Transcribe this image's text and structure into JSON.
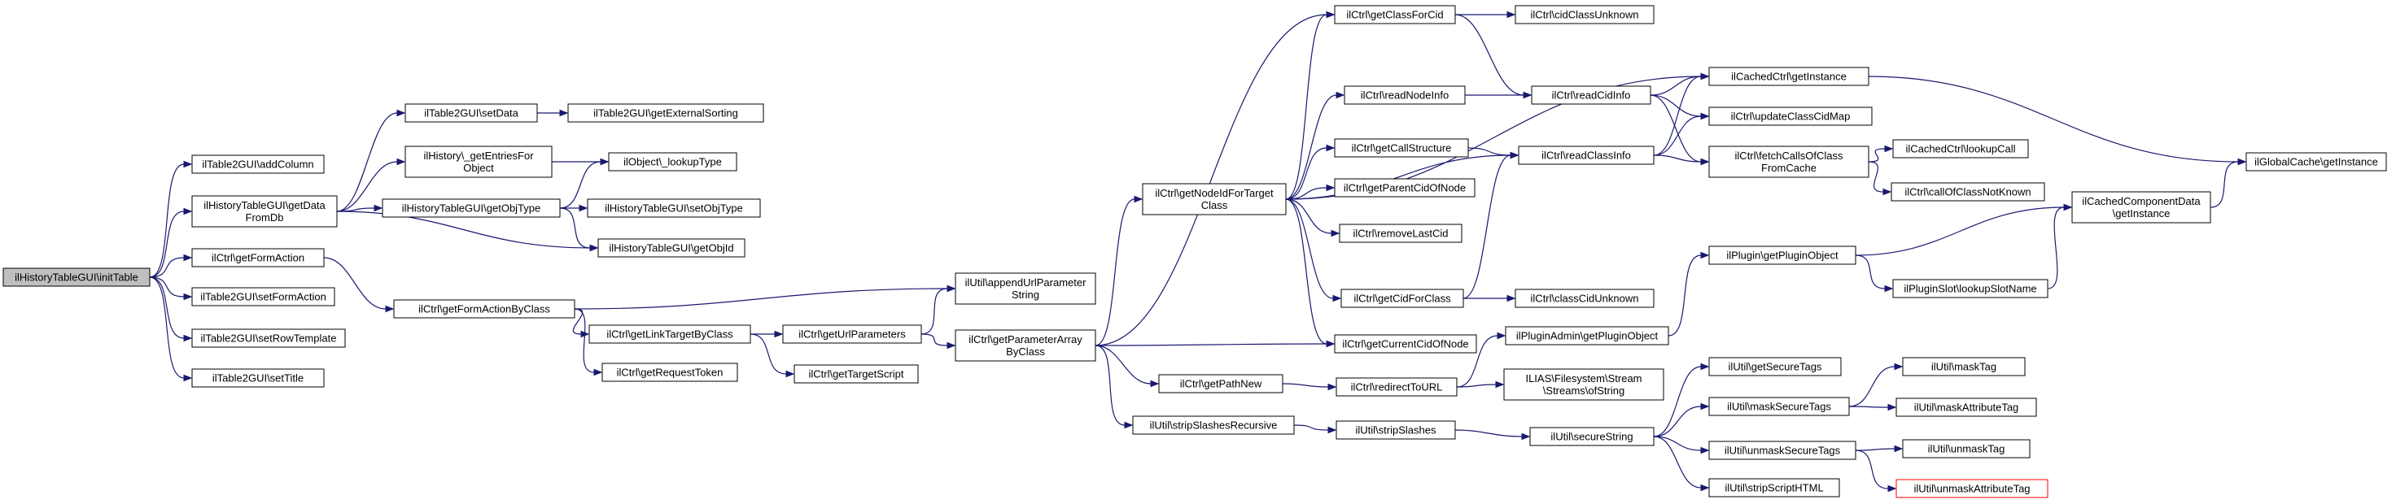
{
  "nodes": {
    "initTable": [
      "ilHistoryTableGUI\\initTable"
    ],
    "addColumn": [
      "ilTable2GUI\\addColumn"
    ],
    "getDataFromDb": [
      "ilHistoryTableGUI\\getData",
      "FromDb"
    ],
    "getFormAction": [
      "ilCtrl\\getFormAction"
    ],
    "setFormAction": [
      "ilTable2GUI\\setFormAction"
    ],
    "setRowTemplate": [
      "ilTable2GUI\\setRowTemplate"
    ],
    "setTitle": [
      "ilTable2GUI\\setTitle"
    ],
    "setData": [
      "ilTable2GUI\\setData"
    ],
    "getExternalSorting": [
      "ilTable2GUI\\getExternalSorting"
    ],
    "getEntriesForObject": [
      "ilHistory\\_getEntriesFor",
      "Object"
    ],
    "lookupType": [
      "ilObject\\_lookupType"
    ],
    "getObjType": [
      "ilHistoryTableGUI\\getObjType"
    ],
    "setObjType": [
      "ilHistoryTableGUI\\setObjType"
    ],
    "getObjId": [
      "ilHistoryTableGUI\\getObjId"
    ],
    "getFormActionByClass": [
      "ilCtrl\\getFormActionByClass"
    ],
    "getLinkTargetByClass": [
      "ilCtrl\\getLinkTargetByClass"
    ],
    "getRequestToken": [
      "ilCtrl\\getRequestToken"
    ],
    "getUrlParameters": [
      "ilCtrl\\getUrlParameters"
    ],
    "getTargetScript": [
      "ilCtrl\\getTargetScript"
    ],
    "appendUrlParameterString": [
      "ilUtil\\appendUrlParameter",
      "String"
    ],
    "getParameterArrayByClass": [
      "ilCtrl\\getParameterArray",
      "ByClass"
    ],
    "getNodeIdForTargetClass": [
      "ilCtrl\\getNodeIdForTarget",
      "Class"
    ],
    "getPathNew": [
      "ilCtrl\\getPathNew"
    ],
    "stripSlashesRecursive": [
      "ilUtil\\stripSlashesRecursive"
    ],
    "getClassForCid": [
      "ilCtrl\\getClassForCid"
    ],
    "cidClassUnknown": [
      "ilCtrl\\cidClassUnknown"
    ],
    "readNodeInfo": [
      "ilCtrl\\readNodeInfo"
    ],
    "getCallStructure": [
      "ilCtrl\\getCallStructure"
    ],
    "getParentCidOfNode": [
      "ilCtrl\\getParentCidOfNode"
    ],
    "removeLastCid": [
      "ilCtrl\\removeLastCid"
    ],
    "getCidForClass": [
      "ilCtrl\\getCidForClass"
    ],
    "getCurrentCidOfNode": [
      "ilCtrl\\getCurrentCidOfNode"
    ],
    "redirectToURL": [
      "ilCtrl\\redirectToURL"
    ],
    "stripSlashes": [
      "ilUtil\\stripSlashes"
    ],
    "readCidInfo": [
      "ilCtrl\\readCidInfo"
    ],
    "readClassInfo": [
      "ilCtrl\\readClassInfo"
    ],
    "classCidUnknown": [
      "ilCtrl\\classCidUnknown"
    ],
    "getPluginObjectAdmin": [
      "ilPluginAdmin\\getPluginObject"
    ],
    "ofString": [
      "ILIAS\\Filesystem\\Stream",
      "\\Streams\\ofString"
    ],
    "secureString": [
      "ilUtil\\secureString"
    ],
    "getInstanceCtrl": [
      "ilCachedCtrl\\getInstance"
    ],
    "updateClassCidMap": [
      "ilCtrl\\updateClassCidMap"
    ],
    "fetchCallsOfClassFromCache": [
      "ilCtrl\\fetchCallsOfClass",
      "FromCache"
    ],
    "getPluginObject": [
      "ilPlugin\\getPluginObject"
    ],
    "getSecureTags": [
      "ilUtil\\getSecureTags"
    ],
    "maskSecureTags": [
      "ilUtil\\maskSecureTags"
    ],
    "unmaskSecureTags": [
      "ilUtil\\unmaskSecureTags"
    ],
    "stripScriptHTML": [
      "ilUtil\\stripScriptHTML"
    ],
    "lookupCall": [
      "ilCachedCtrl\\lookupCall"
    ],
    "callOfClassNotKnown": [
      "ilCtrl\\callOfClassNotKnown"
    ],
    "lookupSlotName": [
      "ilPluginSlot\\lookupSlotName"
    ],
    "maskTag": [
      "ilUtil\\maskTag"
    ],
    "maskAttributeTag": [
      "ilUtil\\maskAttributeTag"
    ],
    "unmaskTag": [
      "ilUtil\\unmaskTag"
    ],
    "unmaskAttributeTag": [
      "ilUtil\\unmaskAttributeTag"
    ],
    "getInstanceComponentData": [
      "ilCachedComponentData",
      "\\getInstance"
    ],
    "getInstanceGlobalCache": [
      "ilGlobalCache\\getInstance"
    ]
  },
  "edges": [
    [
      "initTable",
      "addColumn"
    ],
    [
      "initTable",
      "getDataFromDb"
    ],
    [
      "initTable",
      "getFormAction"
    ],
    [
      "initTable",
      "setFormAction"
    ],
    [
      "initTable",
      "setRowTemplate"
    ],
    [
      "initTable",
      "setTitle"
    ],
    [
      "getDataFromDb",
      "setData"
    ],
    [
      "getDataFromDb",
      "getEntriesForObject"
    ],
    [
      "getDataFromDb",
      "getObjType"
    ],
    [
      "getDataFromDb",
      "getObjId"
    ],
    [
      "setData",
      "getExternalSorting"
    ],
    [
      "getEntriesForObject",
      "lookupType"
    ],
    [
      "getObjType",
      "lookupType"
    ],
    [
      "getObjType",
      "setObjType"
    ],
    [
      "getObjType",
      "getObjId"
    ],
    [
      "getFormAction",
      "getFormActionByClass"
    ],
    [
      "getFormActionByClass",
      "appendUrlParameterString"
    ],
    [
      "getFormActionByClass",
      "getLinkTargetByClass"
    ],
    [
      "getFormActionByClass",
      "getRequestToken"
    ],
    [
      "getLinkTargetByClass",
      "getUrlParameters"
    ],
    [
      "getLinkTargetByClass",
      "getTargetScript"
    ],
    [
      "getUrlParameters",
      "appendUrlParameterString"
    ],
    [
      "getUrlParameters",
      "getParameterArrayByClass"
    ],
    [
      "getParameterArrayByClass",
      "getNodeIdForTargetClass"
    ],
    [
      "getParameterArrayByClass",
      "getClassForCid"
    ],
    [
      "getParameterArrayByClass",
      "getCurrentCidOfNode"
    ],
    [
      "getParameterArrayByClass",
      "getPathNew"
    ],
    [
      "getParameterArrayByClass",
      "stripSlashesRecursive"
    ],
    [
      "getNodeIdForTargetClass",
      "getClassForCid"
    ],
    [
      "getNodeIdForTargetClass",
      "getInstanceCtrl"
    ],
    [
      "getNodeIdForTargetClass",
      "readNodeInfo"
    ],
    [
      "getNodeIdForTargetClass",
      "getCallStructure"
    ],
    [
      "getNodeIdForTargetClass",
      "readClassInfo"
    ],
    [
      "getNodeIdForTargetClass",
      "getParentCidOfNode"
    ],
    [
      "getNodeIdForTargetClass",
      "removeLastCid"
    ],
    [
      "getNodeIdForTargetClass",
      "getCidForClass"
    ],
    [
      "getNodeIdForTargetClass",
      "getCurrentCidOfNode"
    ],
    [
      "getClassForCid",
      "cidClassUnknown"
    ],
    [
      "getClassForCid",
      "readCidInfo"
    ],
    [
      "readNodeInfo",
      "readCidInfo"
    ],
    [
      "getCallStructure",
      "readClassInfo"
    ],
    [
      "getCidForClass",
      "readClassInfo"
    ],
    [
      "getCidForClass",
      "classCidUnknown"
    ],
    [
      "readCidInfo",
      "getInstanceCtrl"
    ],
    [
      "readCidInfo",
      "updateClassCidMap"
    ],
    [
      "readCidInfo",
      "fetchCallsOfClassFromCache"
    ],
    [
      "readClassInfo",
      "getInstanceCtrl"
    ],
    [
      "readClassInfo",
      "updateClassCidMap"
    ],
    [
      "readClassInfo",
      "fetchCallsOfClassFromCache"
    ],
    [
      "fetchCallsOfClassFromCache",
      "lookupCall"
    ],
    [
      "fetchCallsOfClassFromCache",
      "callOfClassNotKnown"
    ],
    [
      "getInstanceCtrl",
      "getInstanceGlobalCache"
    ],
    [
      "getPathNew",
      "redirectToURL"
    ],
    [
      "redirectToURL",
      "getPluginObjectAdmin"
    ],
    [
      "redirectToURL",
      "ofString"
    ],
    [
      "getPluginObjectAdmin",
      "getPluginObject"
    ],
    [
      "getPluginObject",
      "lookupSlotName"
    ],
    [
      "getPluginObject",
      "getInstanceComponentData"
    ],
    [
      "lookupSlotName",
      "getInstanceComponentData"
    ],
    [
      "getInstanceComponentData",
      "getInstanceGlobalCache"
    ],
    [
      "stripSlashesRecursive",
      "stripSlashes"
    ],
    [
      "stripSlashes",
      "secureString"
    ],
    [
      "secureString",
      "getSecureTags"
    ],
    [
      "secureString",
      "maskSecureTags"
    ],
    [
      "secureString",
      "unmaskSecureTags"
    ],
    [
      "secureString",
      "stripScriptHTML"
    ],
    [
      "maskSecureTags",
      "maskTag"
    ],
    [
      "maskSecureTags",
      "maskAttributeTag"
    ],
    [
      "unmaskSecureTags",
      "unmaskTag"
    ],
    [
      "unmaskSecureTags",
      "unmaskAttributeTag"
    ]
  ],
  "colors": {
    "edge": "#191970",
    "root_fill": "#bfbfbf",
    "highlight_border": "#ff0000"
  }
}
